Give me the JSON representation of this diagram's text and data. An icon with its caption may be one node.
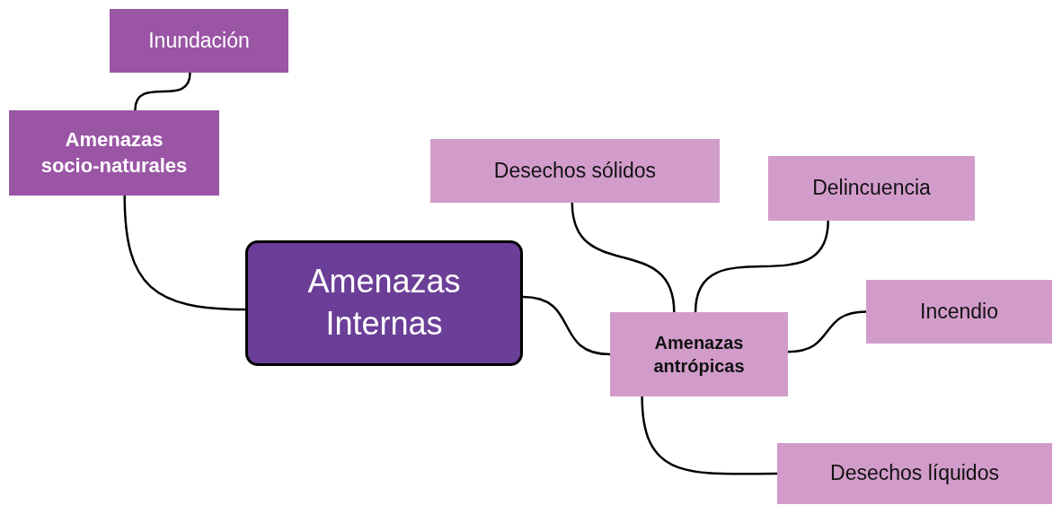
{
  "diagram": {
    "nodes": [
      {
        "text": [
          "Inundación"
        ]
      },
      {
        "text": [
          "Amenazas socio-naturales"
        ]
      },
      {
        "text": [
          "Amenazas Internas"
        ]
      },
      {
        "text": [
          "Amenazas antrópicas"
        ]
      },
      {
        "text": [
          "Desechos sólidos"
        ]
      },
      {
        "text": [
          "Delincuencia"
        ]
      },
      {
        "text": [
          "Incendio"
        ]
      },
      {
        "text": [
          "Desechos líquidos"
        ]
      }
    ],
    "edges": [
      {
        "from": 2,
        "to": 1,
        "arrow": "none"
      },
      {
        "from": 1,
        "to": 0,
        "arrow": "none"
      },
      {
        "from": 2,
        "to": 3,
        "arrow": "none"
      },
      {
        "from": 3,
        "to": 4,
        "arrow": "none"
      },
      {
        "from": 3,
        "to": 5,
        "arrow": "none"
      },
      {
        "from": 3,
        "to": 6,
        "arrow": "none"
      },
      {
        "from": 3,
        "to": 7,
        "arrow": "none"
      }
    ]
  }
}
